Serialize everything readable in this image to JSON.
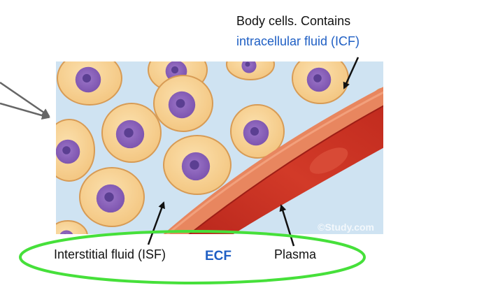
{
  "labels": {
    "body_cells_line1": "Body cells. Contains",
    "body_cells_line2": "intracellular fluid (ICF)",
    "interstitial": "Interstitial fluid (ISF)",
    "ecf": "ECF",
    "plasma": "Plasma"
  },
  "watermark": "©Study.com",
  "colors": {
    "background": "#ffffff",
    "interstitial_fluid": "#cfe3f2",
    "cell_body": "#f7cf90",
    "cell_outline": "#d79b55",
    "nucleus": "#8a62ba",
    "nucleolus": "#5b3f92",
    "vessel_wall": "#e5714e",
    "plasma": "#c92f22",
    "ecf_ellipse": "#46e03a",
    "label_blue": "#1f5fc4",
    "arrow": "#111111"
  },
  "icons": {
    "arrows": "arrow-pointer",
    "cells": "cell-shape",
    "vessel": "blood-vessel"
  }
}
